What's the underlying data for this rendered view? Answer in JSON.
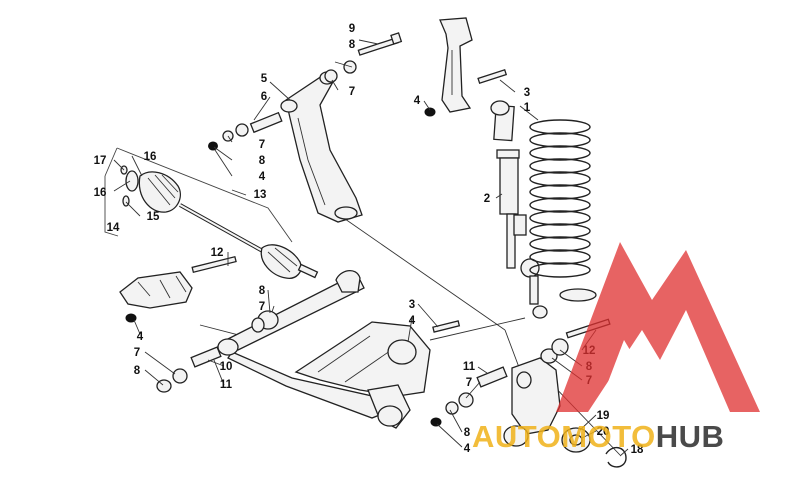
{
  "diagram": {
    "callouts": [
      {
        "id": "c-9-top",
        "text": "9"
      },
      {
        "id": "c-8-top",
        "text": "8"
      },
      {
        "id": "c-5",
        "text": "5"
      },
      {
        "id": "c-6",
        "text": "6"
      },
      {
        "id": "c-7-upper-right",
        "text": "7"
      },
      {
        "id": "c-7-upper-left",
        "text": "7"
      },
      {
        "id": "c-8-upper-left",
        "text": "8"
      },
      {
        "id": "c-4-upper-left",
        "text": "4"
      },
      {
        "id": "c-13",
        "text": "13"
      },
      {
        "id": "c-17",
        "text": "17"
      },
      {
        "id": "c-16-top",
        "text": "16"
      },
      {
        "id": "c-16-left",
        "text": "16"
      },
      {
        "id": "c-15",
        "text": "15"
      },
      {
        "id": "c-14",
        "text": "14"
      },
      {
        "id": "c-12-left",
        "text": "12"
      },
      {
        "id": "c-8-mid",
        "text": "8"
      },
      {
        "id": "c-7-mid",
        "text": "7"
      },
      {
        "id": "c-4-bracket",
        "text": "4"
      },
      {
        "id": "c-7-lower-left",
        "text": "7"
      },
      {
        "id": "c-8-lower-left",
        "text": "8"
      },
      {
        "id": "c-10",
        "text": "10"
      },
      {
        "id": "c-11-lower-left",
        "text": "11"
      },
      {
        "id": "c-3-mid",
        "text": "3"
      },
      {
        "id": "c-4-mid",
        "text": "4"
      },
      {
        "id": "c-4-shock-mount",
        "text": "4"
      },
      {
        "id": "c-3-shock",
        "text": "3"
      },
      {
        "id": "c-1",
        "text": "1"
      },
      {
        "id": "c-2",
        "text": "2"
      },
      {
        "id": "c-11-right",
        "text": "11"
      },
      {
        "id": "c-7-right",
        "text": "7"
      },
      {
        "id": "c-8-lower-right",
        "text": "8"
      },
      {
        "id": "c-4-lower-right",
        "text": "4"
      },
      {
        "id": "c-12-right",
        "text": "12"
      },
      {
        "id": "c-8-knuckle",
        "text": "8"
      },
      {
        "id": "c-7-knuckle",
        "text": "7"
      },
      {
        "id": "c-19",
        "text": "19"
      },
      {
        "id": "c-20",
        "text": "20"
      },
      {
        "id": "c-18",
        "text": "18"
      }
    ]
  },
  "watermark": {
    "brand_part1": "AUTO",
    "brand_part2": "MOTO",
    "brand_part3": "HUB",
    "color_logo": "#e03030",
    "color_text_dark": "#2b2b2b",
    "color_text_accent": "#f0b21a"
  }
}
